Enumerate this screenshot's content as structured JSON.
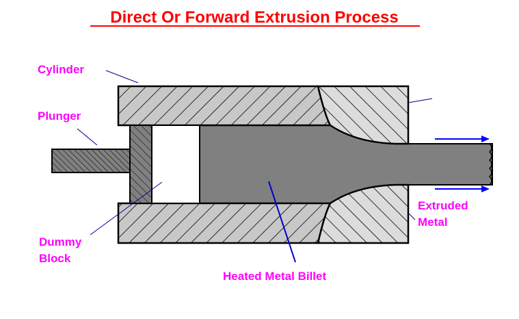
{
  "title": "Direct Or Forward Extrusion Process",
  "labels": {
    "cylinder": "Cylinder",
    "plunger": "Plunger",
    "dummy_block_line1": "Dummy",
    "dummy_block_line2": "Block",
    "billet": "Heated Metal Billet",
    "extruded_line1": "Extruded",
    "extruded_line2": "Metal"
  },
  "colors": {
    "title": "#ff0000",
    "label": "#ff00ff",
    "leader": "#00008b",
    "arrow": "#0000ff",
    "billet": "#808080",
    "cylinder": "#c8c8c8",
    "die": "#dcdcdc",
    "plunger": "#808080",
    "outline": "#000000"
  }
}
